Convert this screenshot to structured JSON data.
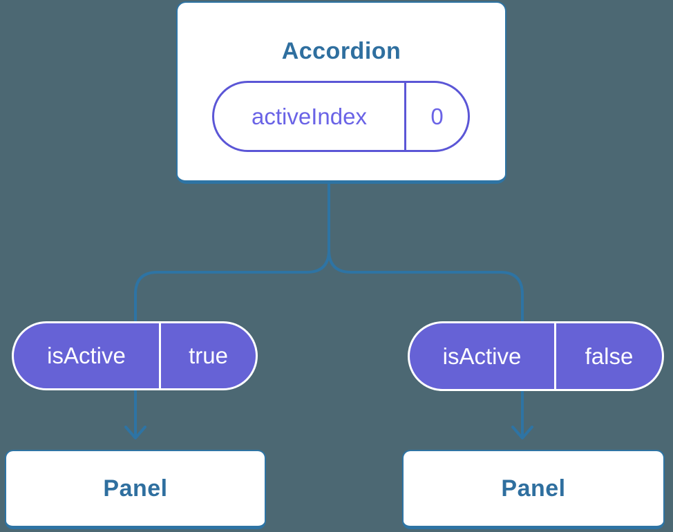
{
  "diagram": {
    "root": {
      "title": "Accordion",
      "state": {
        "label": "activeIndex",
        "value": "0"
      }
    },
    "children": [
      {
        "prop": {
          "label": "isActive",
          "value": "true"
        },
        "node": {
          "title": "Panel"
        }
      },
      {
        "prop": {
          "label": "isActive",
          "value": "false"
        },
        "node": {
          "title": "Panel"
        }
      }
    ]
  },
  "colors": {
    "bg": "#4C6873",
    "line_blue": "#2E74A4",
    "text_blue": "#2F6F9F",
    "purple_fill": "#6662D6",
    "purple_stroke": "#5B56D6",
    "purple_text": "#6A63E6",
    "white": "#FFFFFF"
  }
}
